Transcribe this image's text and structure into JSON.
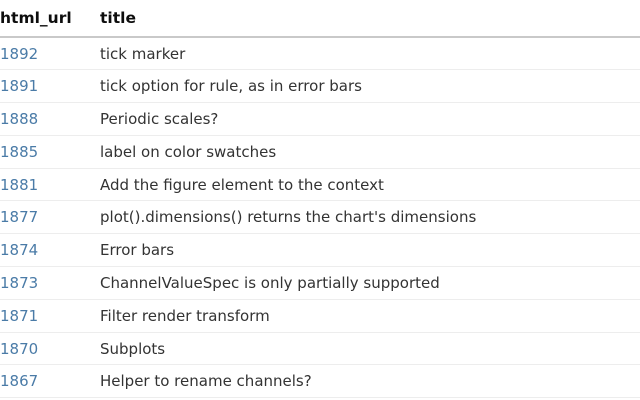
{
  "table": {
    "columns": [
      {
        "key": "html_url",
        "label": "html_url"
      },
      {
        "key": "title",
        "label": "title"
      }
    ],
    "accent_link_color": "#4a7ba7",
    "text_color": "#333333",
    "header_color": "#0d0d0d",
    "rule_color": "#ededed",
    "header_rule_color": "#c9c9c9",
    "row_count": 11,
    "rows": [
      {
        "html_url": "1892",
        "title": "tick marker"
      },
      {
        "html_url": "1891",
        "title": "tick option for rule, as in error bars"
      },
      {
        "html_url": "1888",
        "title": "Periodic scales?"
      },
      {
        "html_url": "1885",
        "title": "label on color swatches"
      },
      {
        "html_url": "1881",
        "title": "Add the figure element to the context"
      },
      {
        "html_url": "1877",
        "title": "plot().dimensions() returns the chart's dimensions"
      },
      {
        "html_url": "1874",
        "title": "Error bars"
      },
      {
        "html_url": "1873",
        "title": "ChannelValueSpec is only partially supported"
      },
      {
        "html_url": "1871",
        "title": "Filter render transform"
      },
      {
        "html_url": "1870",
        "title": "Subplots"
      },
      {
        "html_url": "1867",
        "title": "Helper to rename channels?"
      }
    ]
  }
}
